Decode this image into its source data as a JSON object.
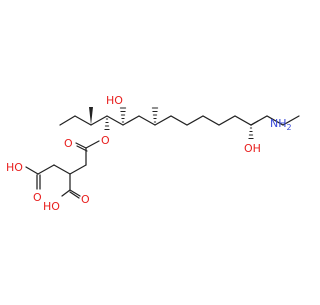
{
  "molecule": {
    "colors": {
      "bond": "#222222",
      "oxygen": "#e8201f",
      "nitrogen": "#3a4bd8",
      "background": "#ffffff"
    },
    "labels": {
      "ho_upper": "HO",
      "nh2": "NH",
      "nh2_sub": "2",
      "oh_right": "OH",
      "o_ester": "O",
      "o_carbonyl": "O",
      "ho_acid_left": "HO",
      "o_acid_left": "O",
      "o_acid_right": "O",
      "ho_acid_bottom": "HO"
    }
  }
}
